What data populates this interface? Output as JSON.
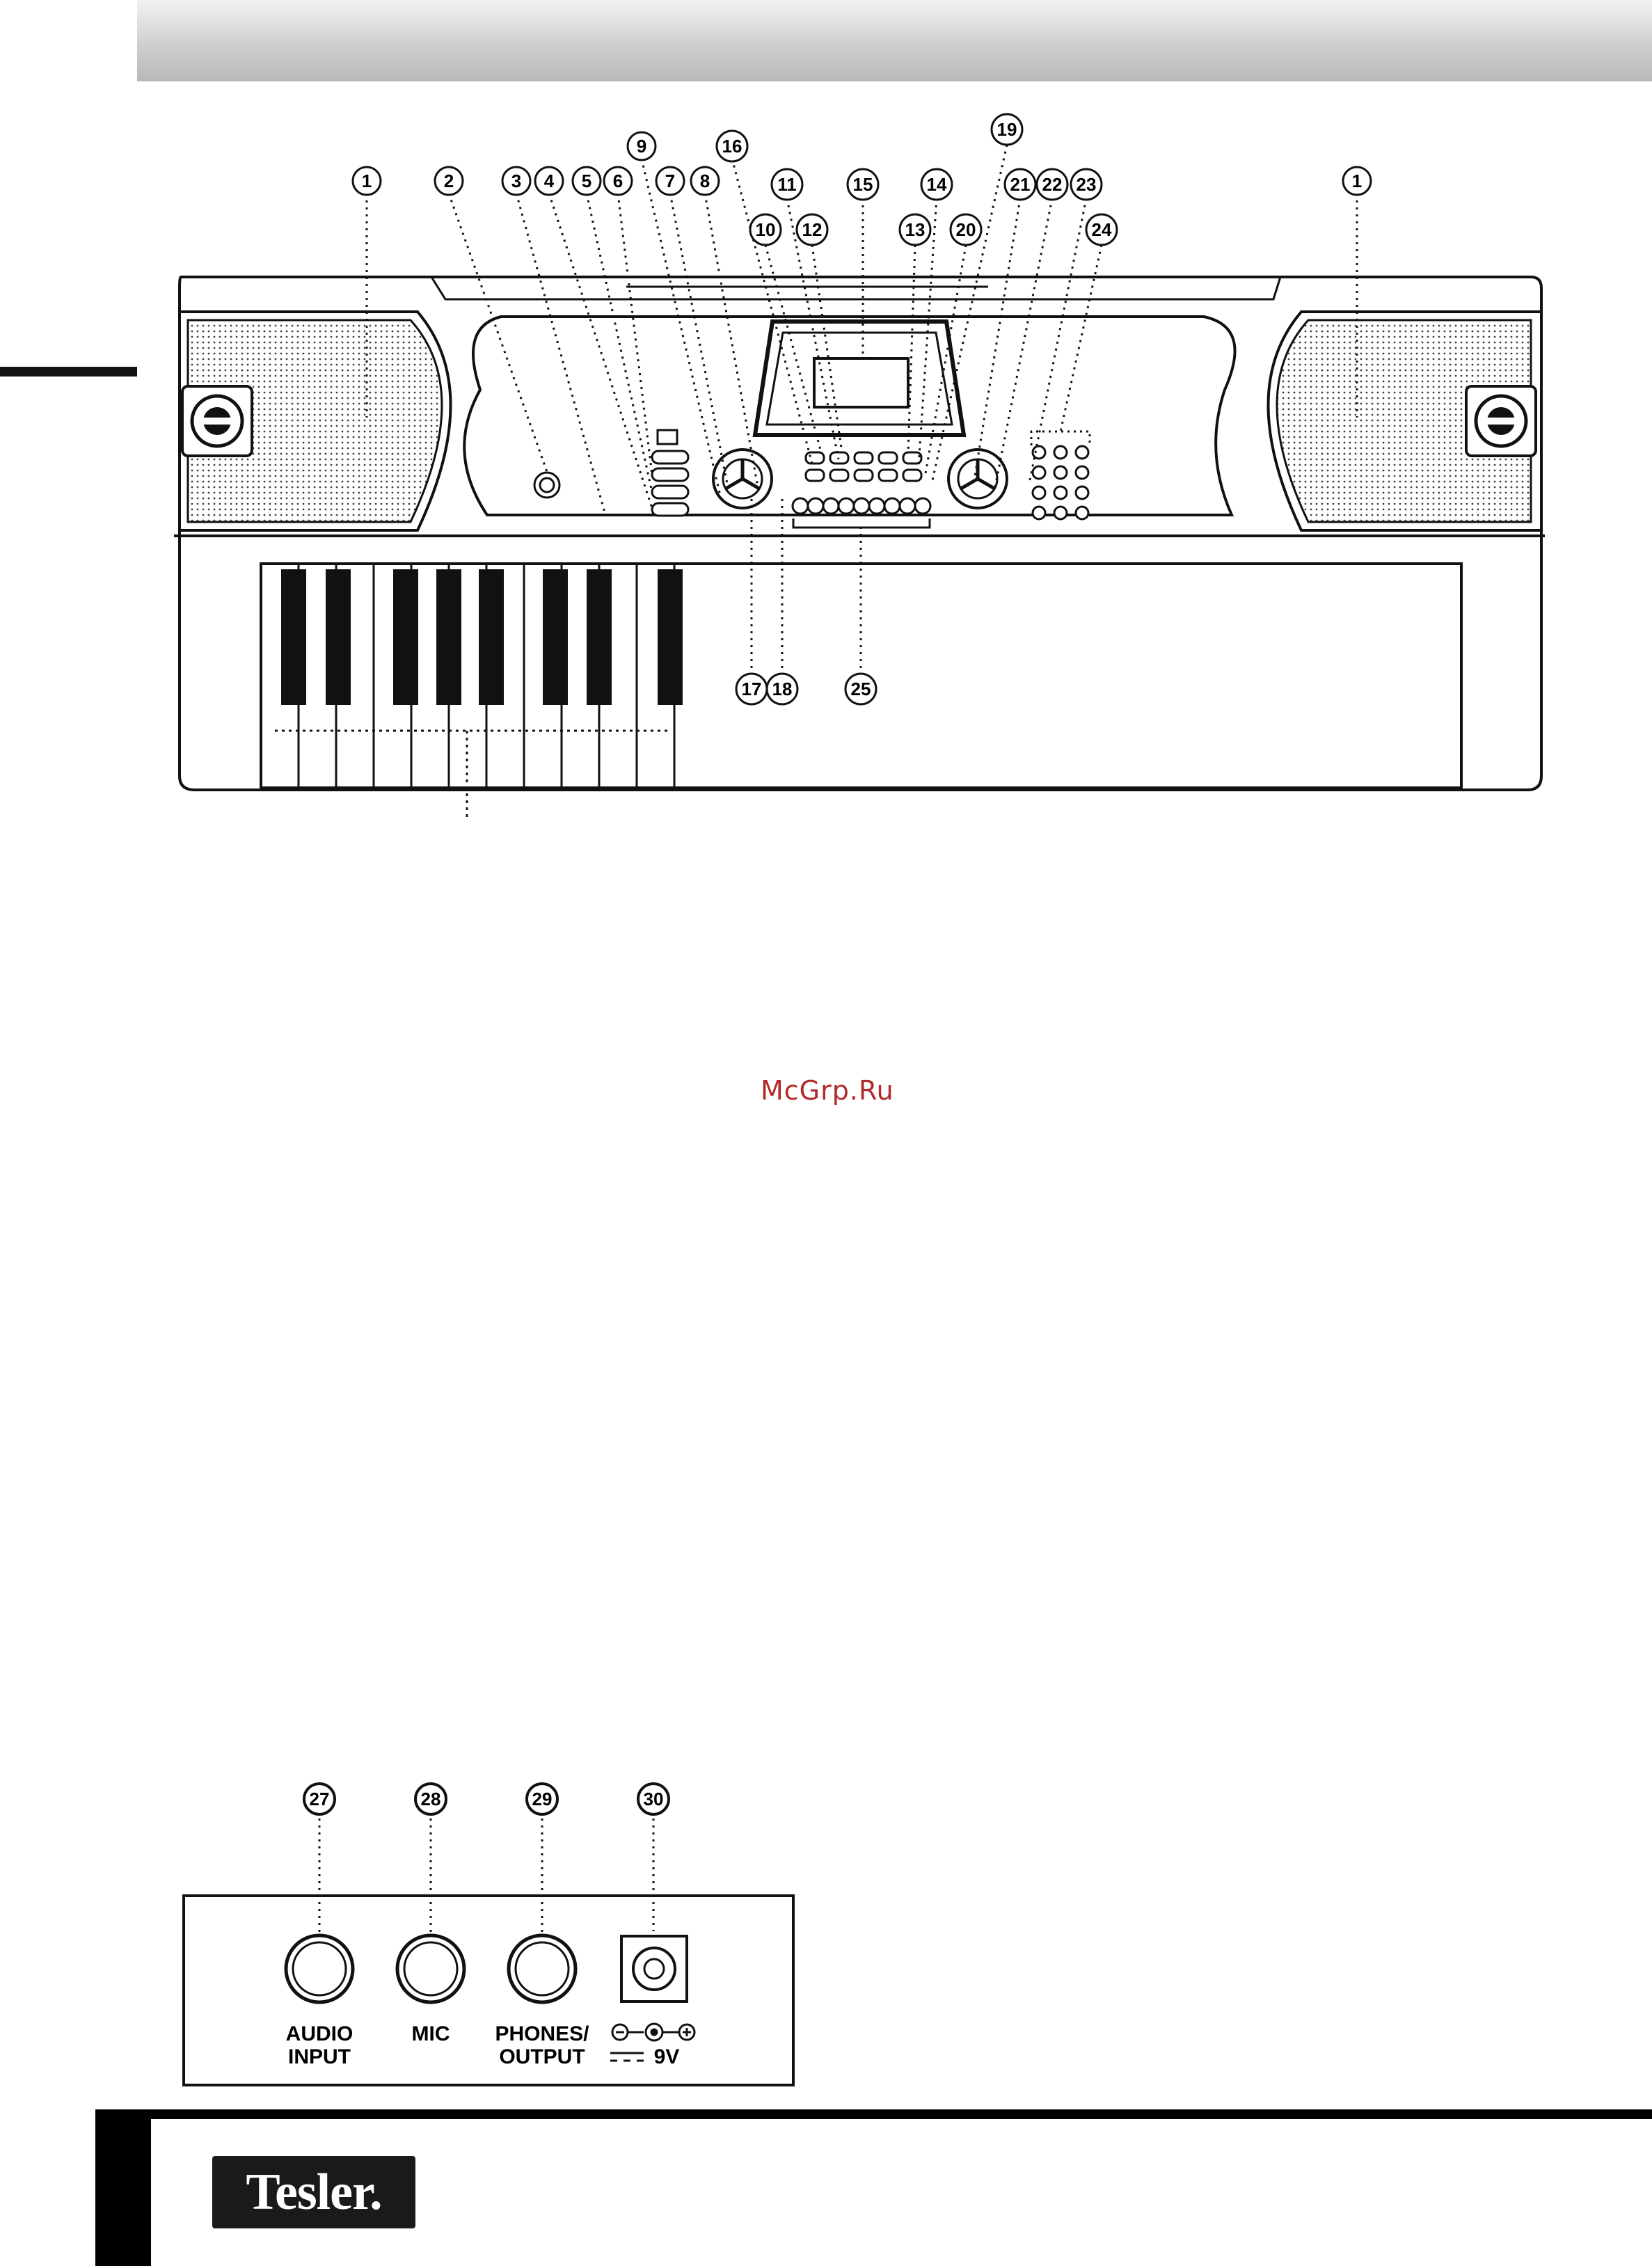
{
  "callouts_top": [
    "1",
    "2",
    "3",
    "4",
    "5",
    "6",
    "7",
    "8",
    "9",
    "10",
    "11",
    "12",
    "13",
    "14",
    "15",
    "16",
    "17",
    "18",
    "19",
    "20",
    "21",
    "22",
    "23",
    "24",
    "25"
  ],
  "callouts_bottom": [
    "27",
    "28",
    "29",
    "30"
  ],
  "jacks": [
    {
      "id": "27",
      "label_line1": "AUDIO",
      "label_line2": "INPUT"
    },
    {
      "id": "28",
      "label_line1": "MIC",
      "label_line2": ""
    },
    {
      "id": "29",
      "label_line1": "PHONES/",
      "label_line2": "OUTPUT"
    },
    {
      "id": "30",
      "label_line1": "",
      "label_line2": "9V"
    }
  ],
  "watermark": "McGrp.Ru",
  "brand": "Tesler.",
  "colors": {
    "ink": "#111111",
    "watermark": "#b22a2a",
    "header_light": "#f2f2f2",
    "header_dark": "#b9b9b9"
  }
}
